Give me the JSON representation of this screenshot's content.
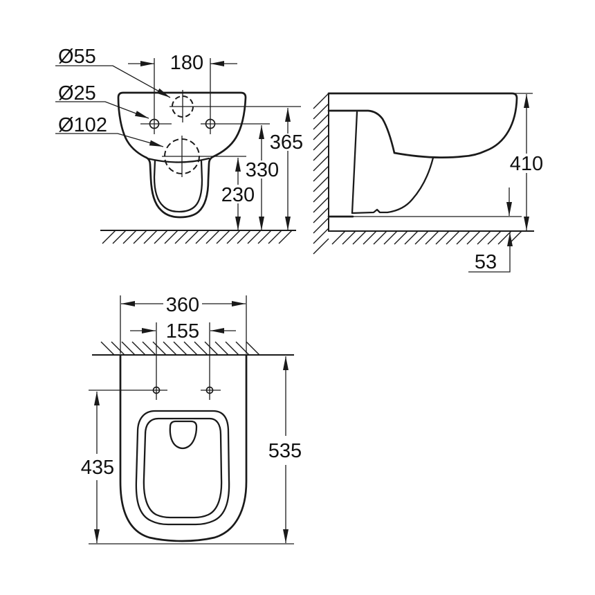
{
  "colors": {
    "ink": "#1a1a1a",
    "background": "#ffffff"
  },
  "views": {
    "front": {
      "title": "front-elevation",
      "diameter_labels": {
        "flush_hole": "Ø55",
        "fixing_hole": "Ø25",
        "outlet_hole": "Ø102"
      },
      "dimensions": {
        "fixing_hole_spacing": "180",
        "flush_hole_height": "365",
        "fixing_hole_height": "330",
        "outlet_height": "230"
      }
    },
    "side": {
      "title": "side-elevation",
      "dimensions": {
        "overall_height": "410",
        "floor_clearance": "53"
      }
    },
    "top": {
      "title": "plan-view",
      "dimensions": {
        "overall_width": "360",
        "fixing_hole_spacing": "155",
        "holes_to_front": "435",
        "overall_depth": "535"
      }
    }
  }
}
